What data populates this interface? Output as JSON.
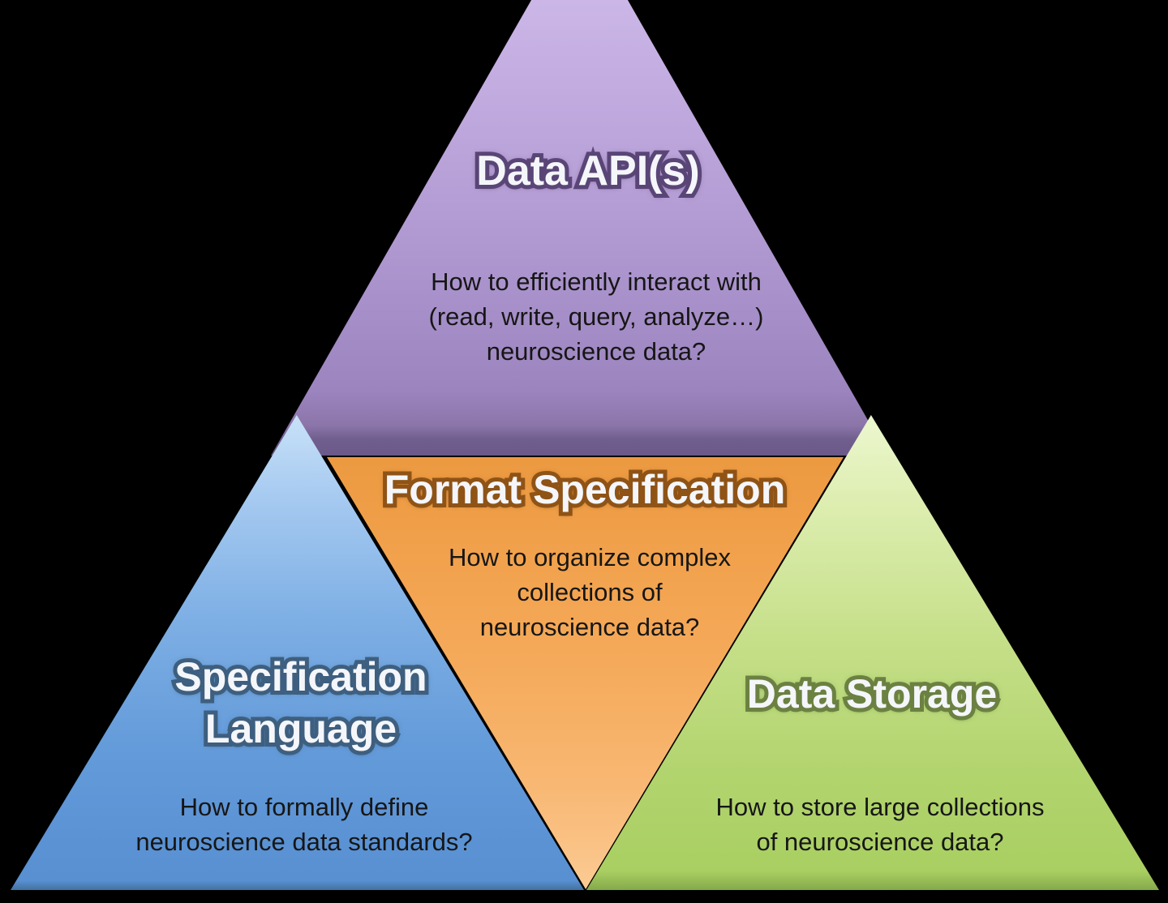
{
  "background_color": "#000000",
  "diagram": {
    "type": "pyramid-triforce",
    "sections": {
      "data_api": {
        "title": "Data API(s)",
        "question_lines": [
          "How to efficiently interact with",
          "(read, write, query, analyze…)",
          "neuroscience data?"
        ],
        "color_light": "#d4c2ee",
        "color_dark": "#6f5e8e",
        "title_outline_color": "#5a4577",
        "title_fill_color": "#f4f6fa",
        "body_text_color": "#161616"
      },
      "format_specification": {
        "title": "Format Specification",
        "question_lines": [
          "How to organize complex",
          "collections of",
          "neuroscience data?"
        ],
        "color_light": "#fbcb94",
        "color_dark": "#ec9a41",
        "title_outline_color": "#8f5316",
        "title_fill_color": "#f4f6fa",
        "body_text_color": "#161616"
      },
      "specification_language": {
        "title_lines": [
          "Specification",
          "Language"
        ],
        "question_lines": [
          "How to formally define",
          "neuroscience data standards?"
        ],
        "color_light": "#c8e1f8",
        "color_dark": "#5b93d5",
        "title_outline_color": "#3e5f7f",
        "title_fill_color": "#f4f6fa",
        "body_text_color": "#161616"
      },
      "data_storage": {
        "title": "Data Storage",
        "question_lines": [
          "How to store large collections",
          "of neuroscience data?"
        ],
        "color_light": "#ecf7cf",
        "color_dark": "#a9cf62",
        "title_outline_color": "#6b8142",
        "title_fill_color": "#f4f6fa",
        "body_text_color": "#161616"
      }
    }
  }
}
